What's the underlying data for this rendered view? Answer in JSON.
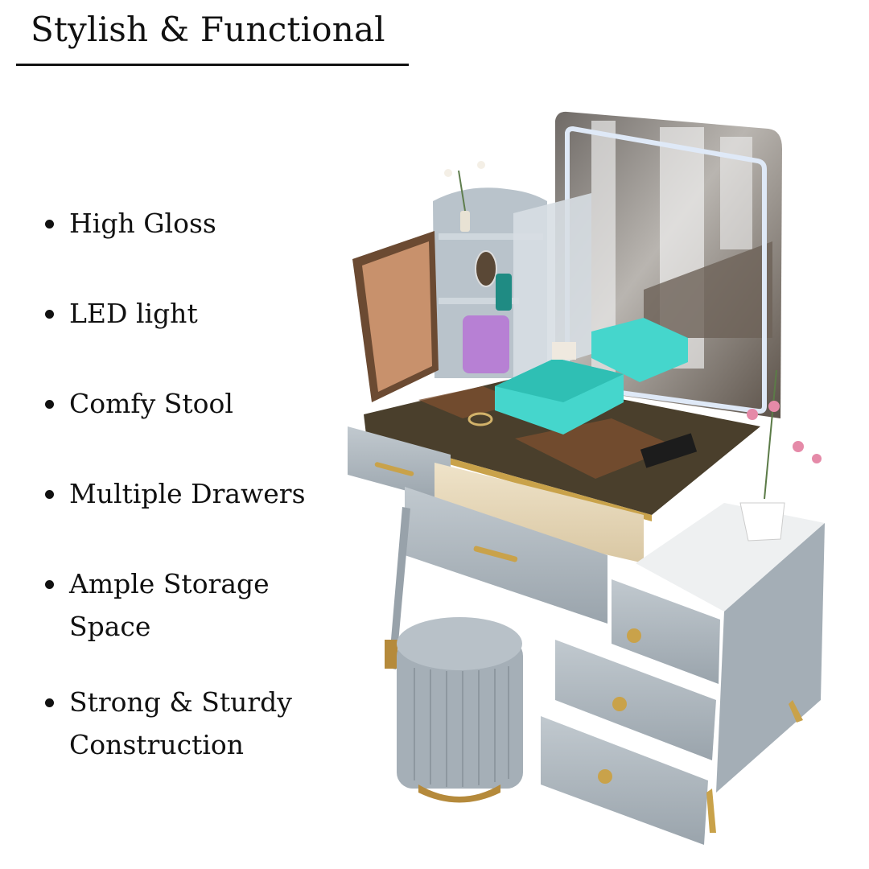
{
  "header": {
    "title": "Stylish & Functional"
  },
  "features": [
    {
      "label": "High Gloss"
    },
    {
      "label": "LED light"
    },
    {
      "label": "Comfy Stool"
    },
    {
      "label": "Multiple Drawers"
    },
    {
      "label": "Ample Storage Space",
      "lines": [
        "Ample Storage",
        "Space"
      ]
    },
    {
      "label": "Strong & Sturdy Construction",
      "lines": [
        "Strong & Sturdy",
        "Construction"
      ]
    }
  ],
  "product": {
    "name": "dressing-table-with-led-mirror-and-stool",
    "colors": {
      "body": "#a9b3bb",
      "top": "#4a3f2c",
      "gold": "#c9a24a",
      "organizer": "#45d6cc",
      "led": "#dfe9f7",
      "marble": "#eef0f1",
      "purple": "#b780d4",
      "pink": "#e58aa8"
    }
  }
}
